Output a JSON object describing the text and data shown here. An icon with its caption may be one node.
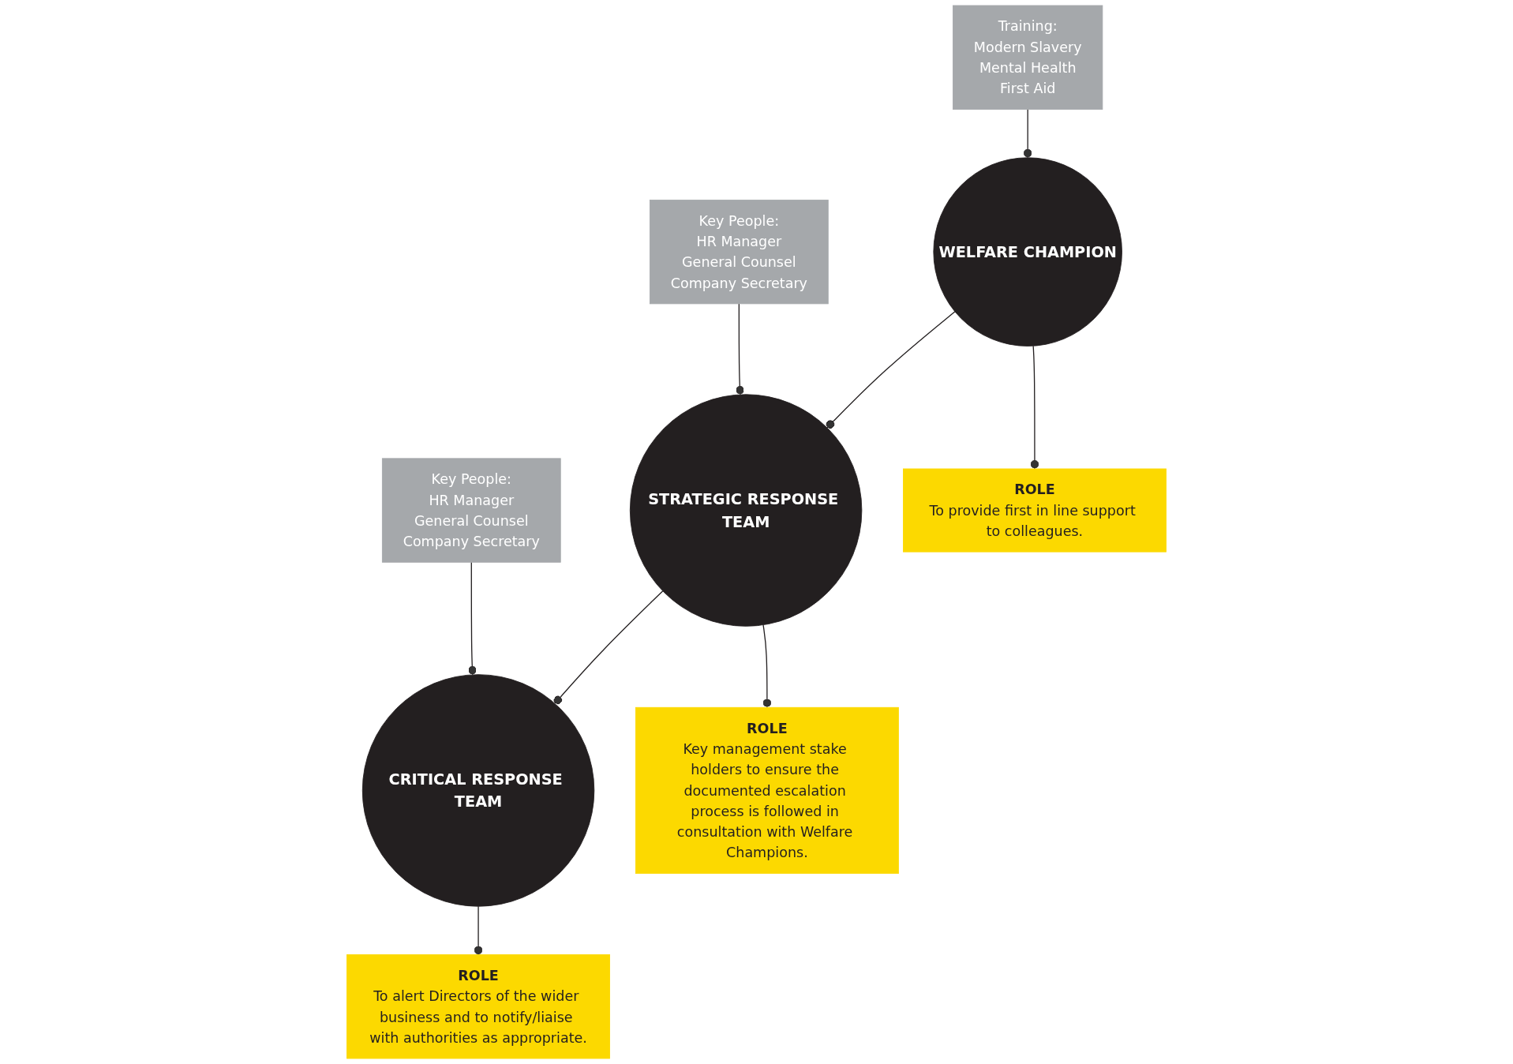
{
  "diagram": {
    "nodes": [
      {
        "text": [
          "Training:",
          "Modern Slavery",
          "Mental Health",
          "First Aid"
        ]
      },
      {
        "text": [
          "Key People:",
          "HR Manager",
          "General Counsel",
          "Company Secretary"
        ]
      },
      {
        "text": [
          "Key People:",
          "HR Manager",
          "General Counsel",
          "Company Secretary"
        ]
      },
      {
        "text": [
          "WELFARE CHAMPION"
        ]
      },
      {
        "text": [
          "STRATEGIC RESPONSE TEAM"
        ]
      },
      {
        "text": [
          "CRITICAL RESPONSE TEAM"
        ]
      },
      {
        "text": [
          "ROLE",
          "To provide first in line support to colleagues."
        ]
      },
      {
        "text": [
          "ROLE",
          "Key management stake holders to ensure the documented escalation process is followed in consultation with Welfare Champions."
        ]
      },
      {
        "text": [
          "ROLE",
          "To alert Directors of the wider business and to notify/liaise with authorities as appropriate."
        ]
      }
    ],
    "edges": [
      {
        "from": 0,
        "to": 3,
        "arrow": "other"
      },
      {
        "from": 1,
        "to": 4,
        "arrow": "other"
      },
      {
        "from": 2,
        "to": 5,
        "arrow": "other"
      },
      {
        "from": 3,
        "to": 4,
        "arrow": "other"
      },
      {
        "from": 4,
        "to": 5,
        "arrow": "other"
      },
      {
        "from": 3,
        "to": 6,
        "arrow": "other"
      },
      {
        "from": 4,
        "to": 7,
        "arrow": "other"
      },
      {
        "from": 5,
        "to": 8,
        "arrow": "other"
      }
    ]
  }
}
